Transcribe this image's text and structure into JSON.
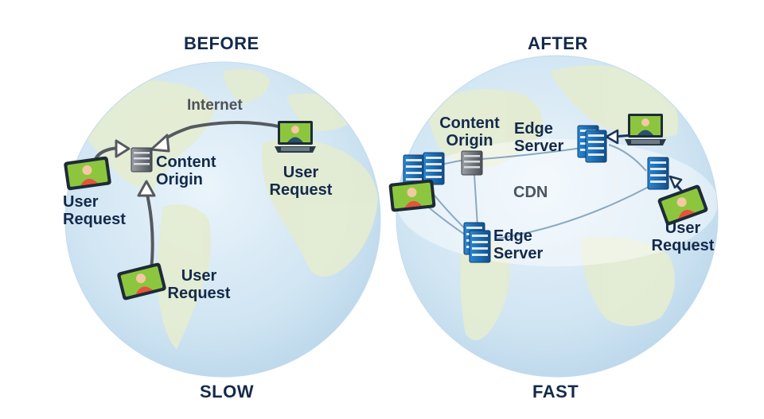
{
  "before": {
    "title": "BEFORE",
    "caption": "SLOW",
    "internet_label": "Internet",
    "origin_label": [
      "Content",
      "Origin"
    ],
    "user_request_left": [
      "User",
      "Request"
    ],
    "user_request_bottom": [
      "User",
      "Request"
    ],
    "user_request_right": [
      "User",
      "Request"
    ]
  },
  "after": {
    "title": "AFTER",
    "caption": "FAST",
    "cdn_label": "CDN",
    "origin_label": [
      "Content",
      "Origin"
    ],
    "edge_server_top": [
      "Edge",
      "Server"
    ],
    "edge_server_bottom": [
      "Edge",
      "Server"
    ],
    "user_request_right": [
      "User",
      "Request"
    ]
  },
  "colors": {
    "ocean": "#cfe4f2",
    "land": "#e6edcf",
    "heading_text": "#142a4c",
    "server_blue": "#1e6fb8",
    "device_green": "#8cc63f",
    "arrow_gray": "#555a5f"
  }
}
